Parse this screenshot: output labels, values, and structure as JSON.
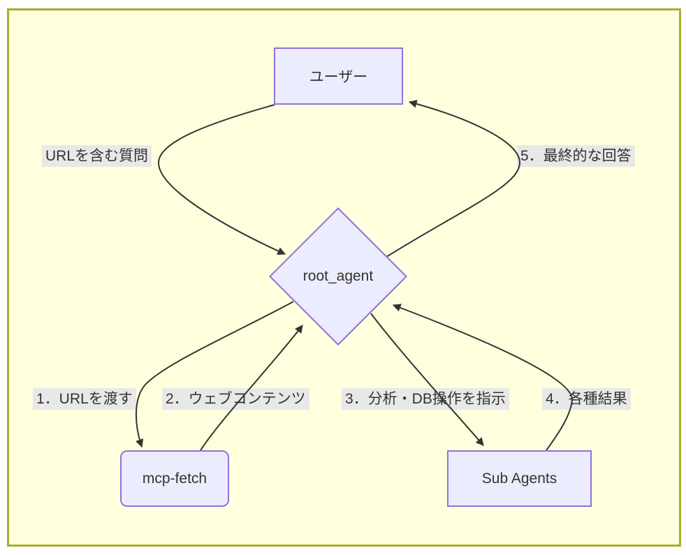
{
  "colors": {
    "page_bg": "#ffffff",
    "panel_bg": "#ffffde",
    "panel_border": "#aaaa33",
    "node_fill": "#ececff",
    "node_border": "#9370db",
    "edge_color": "#333333",
    "edge_label_bg": "#e8e8e8",
    "text_color": "#333333"
  },
  "nodes": {
    "user": {
      "label": "ユーザー",
      "shape": "rectangle"
    },
    "root_agent": {
      "label": "root_agent",
      "shape": "diamond"
    },
    "mcp_fetch": {
      "label": "mcp-fetch",
      "shape": "rounded-rectangle"
    },
    "sub_agents": {
      "label": "Sub Agents",
      "shape": "rectangle"
    }
  },
  "edges": [
    {
      "from": "ユーザー",
      "to": "root_agent",
      "label": "URLを含む質問"
    },
    {
      "from": "root_agent",
      "to": "mcp-fetch",
      "label": "1．URLを渡す"
    },
    {
      "from": "mcp-fetch",
      "to": "root_agent",
      "label": "2．ウェブコンテンツ"
    },
    {
      "from": "root_agent",
      "to": "Sub Agents",
      "label": "3．分析・DB操作を指示"
    },
    {
      "from": "Sub Agents",
      "to": "root_agent",
      "label": "4．各種結果"
    },
    {
      "from": "root_agent",
      "to": "ユーザー",
      "label": "5．最終的な回答"
    }
  ]
}
